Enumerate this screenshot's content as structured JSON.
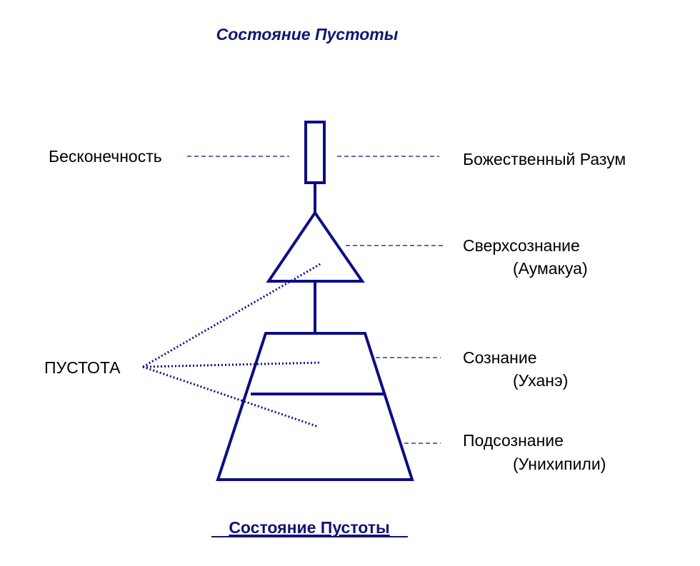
{
  "title_top": "Состояние Пустоты",
  "title_bottom": "Состояние Пустоты",
  "labels": {
    "infinity": "Бесконечность",
    "divine_mind": "Божественный Разум",
    "superconscious": "Сверхсознание",
    "superconscious_sub": "(Аумакуа)",
    "conscious": "Сознание",
    "conscious_sub": "(Уханэ)",
    "subconscious": "Подсознание",
    "subconscious_sub": "(Унихипили)",
    "void": "ПУСТОТА"
  },
  "colors": {
    "shape": "#0d0d85",
    "title": "#141475",
    "text": "#000000"
  }
}
